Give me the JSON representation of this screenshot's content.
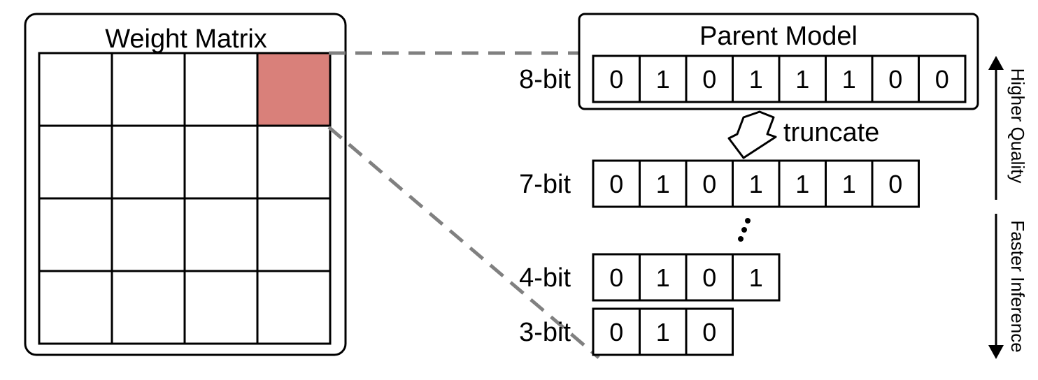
{
  "weight_matrix": {
    "title": "Weight Matrix",
    "rows": 4,
    "cols": 4,
    "highlight_cell": {
      "row": 0,
      "col": 3
    },
    "highlight_color": "#d9807a"
  },
  "parent_model": {
    "title": "Parent Model"
  },
  "truncate_label": "truncate",
  "ellipsis": "...",
  "bit_rows": [
    {
      "label": "8-bit",
      "bits": [
        "0",
        "1",
        "0",
        "1",
        "1",
        "1",
        "0",
        "0"
      ]
    },
    {
      "label": "7-bit",
      "bits": [
        "0",
        "1",
        "0",
        "1",
        "1",
        "1",
        "0"
      ]
    },
    {
      "label": "4-bit",
      "bits": [
        "0",
        "1",
        "0",
        "1"
      ]
    },
    {
      "label": "3-bit",
      "bits": [
        "0",
        "1",
        "0"
      ]
    }
  ],
  "axis": {
    "top_label": "Higher Quality",
    "bottom_label": "Faster Inference"
  },
  "colors": {
    "line": "#000000",
    "dashed_connector": "#808080",
    "highlight": "#d9807a"
  }
}
